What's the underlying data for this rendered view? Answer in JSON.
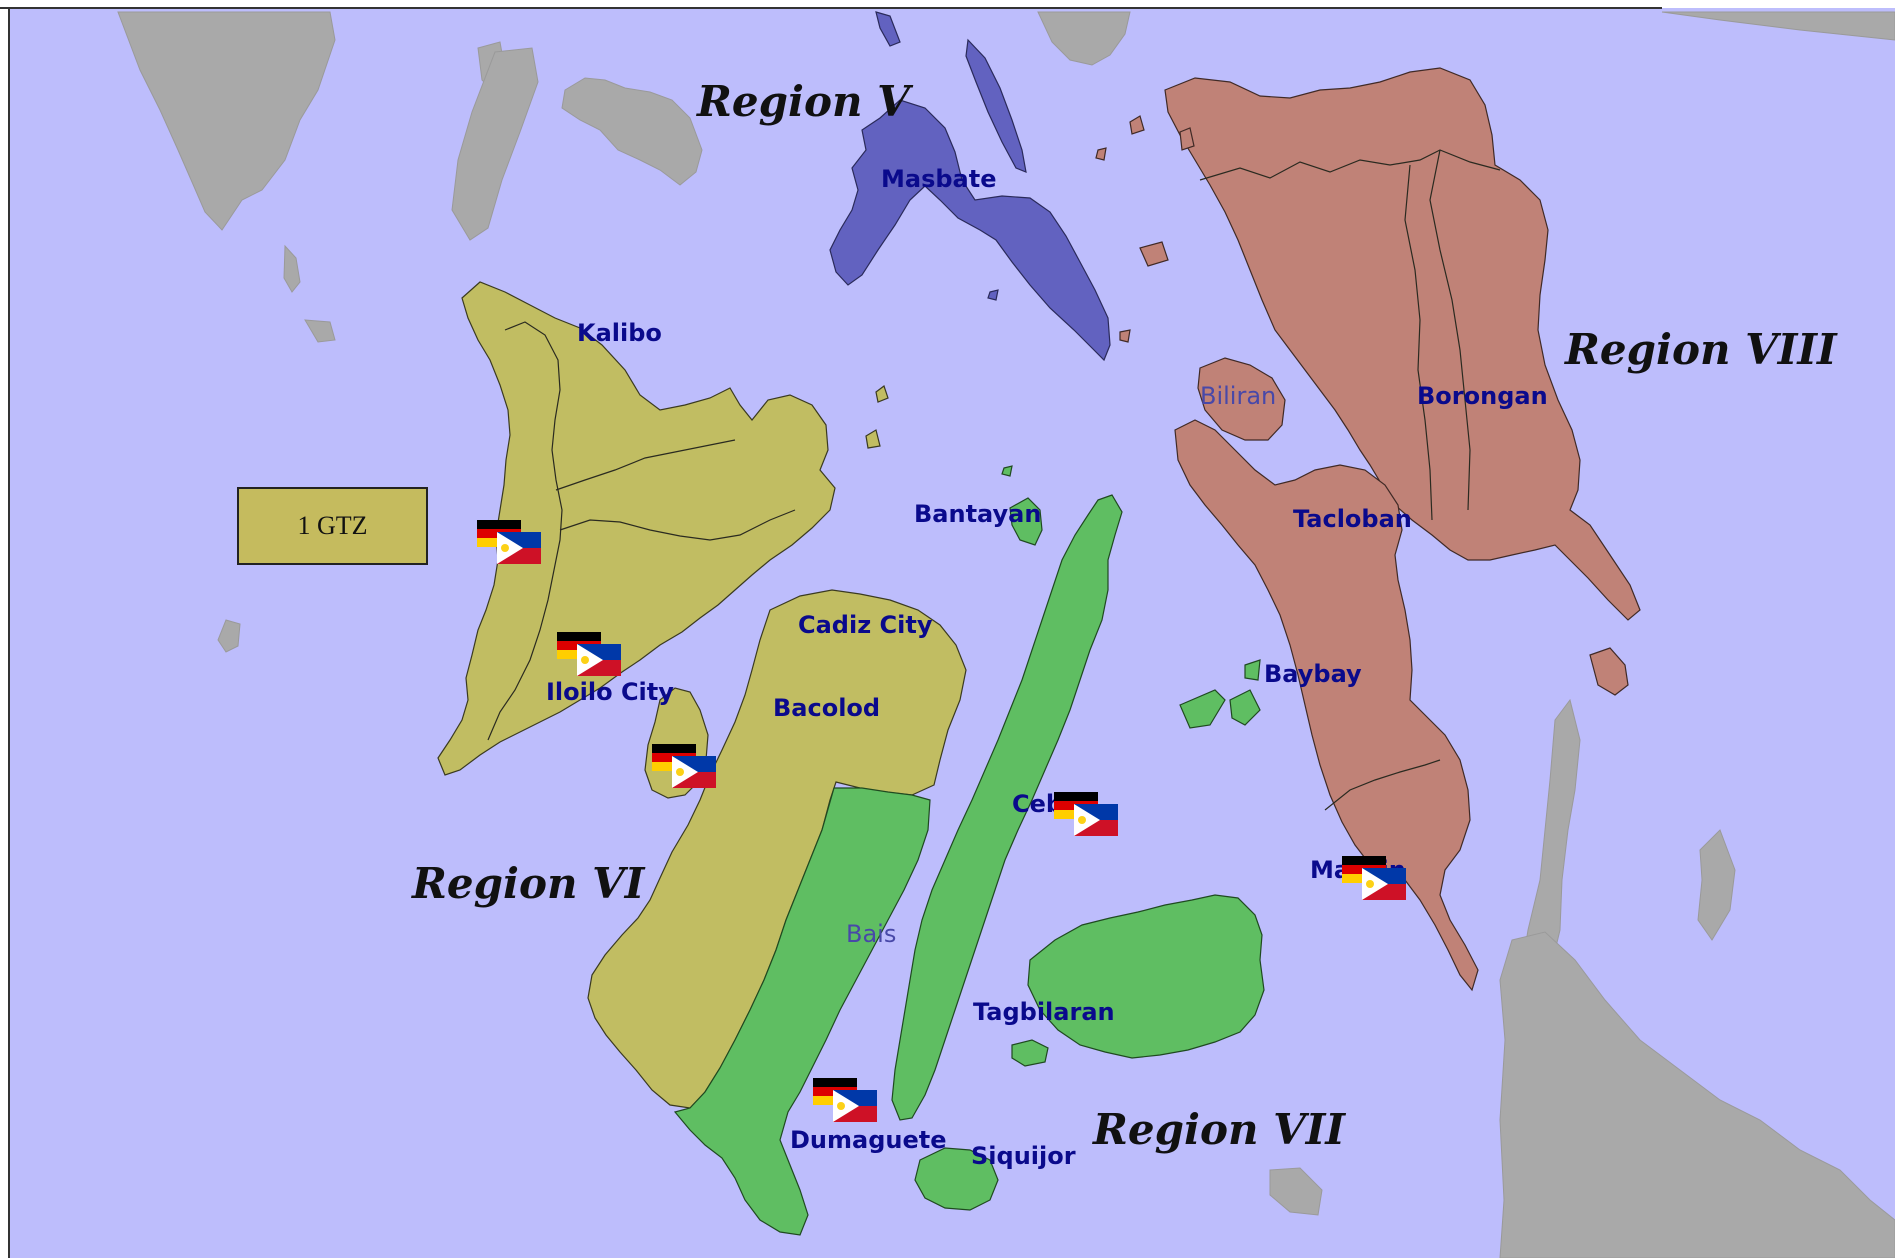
{
  "map": {
    "legend": {
      "label": "1 GTZ"
    },
    "regions": [
      {
        "key": "r5",
        "label": "Region V",
        "color": "#6262c0"
      },
      {
        "key": "r6",
        "label": "Region VI",
        "color": "#c1bd62"
      },
      {
        "key": "r7",
        "label": "Region VII",
        "color": "#5fbe62"
      },
      {
        "key": "r8",
        "label": "Region VIII",
        "color": "#c08277"
      }
    ],
    "cities": [
      {
        "key": "masbate",
        "label": "Masbate"
      },
      {
        "key": "kalibo",
        "label": "Kalibo"
      },
      {
        "key": "iloilo",
        "label": "Iloilo City"
      },
      {
        "key": "cadiz",
        "label": "Cadiz City"
      },
      {
        "key": "bacolod",
        "label": "Bacolod"
      },
      {
        "key": "bantayan",
        "label": "Bantayan"
      },
      {
        "key": "cebu",
        "label": "Cebu"
      },
      {
        "key": "bais",
        "label": "Bais"
      },
      {
        "key": "tagbilaran",
        "label": "Tagbilaran"
      },
      {
        "key": "dumaguete",
        "label": "Dumaguete"
      },
      {
        "key": "siquijor",
        "label": "Siquijor"
      },
      {
        "key": "biliran",
        "label": "Biliran"
      },
      {
        "key": "borongan",
        "label": "Borongan"
      },
      {
        "key": "tacloban",
        "label": "Tacloban"
      },
      {
        "key": "baybay",
        "label": "Baybay"
      },
      {
        "key": "maasin",
        "label": "Maasin"
      }
    ],
    "colors": {
      "sea": "#bdbdfc",
      "foreign_land": "#a9a9a9",
      "flag_germany": [
        "#000000",
        "#dd0000",
        "#ffce00"
      ],
      "flag_philippines": [
        "#0038a8",
        "#ce1126",
        "#ffffff",
        "#fcd116"
      ]
    },
    "markers": [
      {
        "key": "flag-pair-1",
        "icon": "germany-philippines-flags-icon"
      },
      {
        "key": "flag-pair-2",
        "icon": "germany-philippines-flags-icon"
      },
      {
        "key": "flag-pair-3",
        "icon": "germany-philippines-flags-icon"
      },
      {
        "key": "flag-pair-4",
        "icon": "germany-philippines-flags-icon"
      },
      {
        "key": "flag-pair-5",
        "icon": "germany-philippines-flags-icon"
      },
      {
        "key": "flag-pair-6",
        "icon": "germany-philippines-flags-icon"
      }
    ]
  }
}
